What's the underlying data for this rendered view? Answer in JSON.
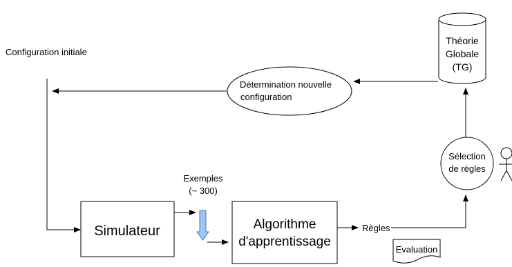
{
  "labels": {
    "config_initiale": "Configuration initiale",
    "determination_line1": "Détermination nouvelle",
    "determination_line2": "configuration",
    "theorie_line1": "Théorie",
    "theorie_line2": "Globale",
    "theorie_line3": "(TG)",
    "selection_line1": "Sélection",
    "selection_line2": "de règles",
    "exemples_line1": "Exemples",
    "exemples_line2": "(~ 300)",
    "simulateur": "Simulateur",
    "algorithme_line1": "Algorithme",
    "algorithme_line2": "d'apprentissage",
    "regles": "Règles",
    "evaluation": "Evaluation"
  },
  "colors": {
    "stroke": "#000000",
    "exemples_arrow_fill": "#9fc5f8",
    "exemples_arrow_stroke": "#4a78b0"
  }
}
